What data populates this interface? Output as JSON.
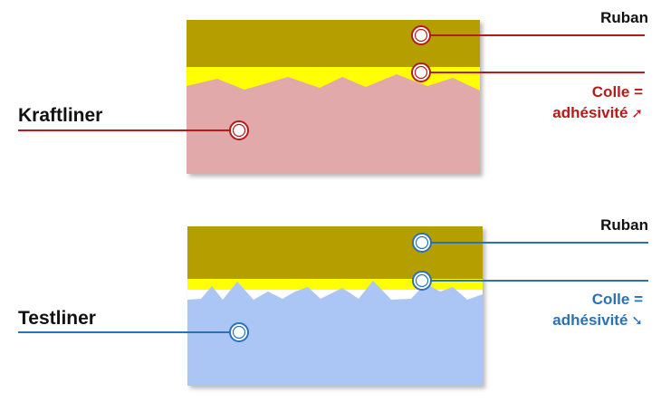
{
  "top": {
    "ribbon_label": "Ruban",
    "glue_label_line1": "Colle =",
    "glue_label_line2": "adhésivité",
    "trend": "up",
    "trend_glyph": "➚",
    "board_label": "Kraftliner",
    "accent_color": "#b81a1a",
    "board_color": "#e1a9a9"
  },
  "bottom": {
    "ribbon_label": "Ruban",
    "glue_label_line1": "Colle =",
    "glue_label_line2": "adhésivité",
    "trend": "down",
    "trend_glyph": "➘",
    "board_label": "Testliner",
    "accent_color": "#2a72b8",
    "board_color": "#abc6f5"
  },
  "colors": {
    "ribbon": "#b49e00",
    "glue": "#ffff00"
  }
}
